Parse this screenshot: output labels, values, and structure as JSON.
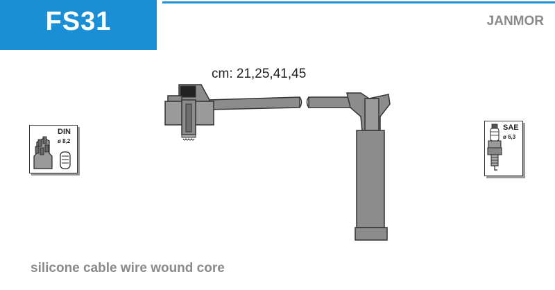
{
  "header": {
    "product_code": "FS31",
    "brand": "JANMOR"
  },
  "diagram": {
    "lengths_label": "cm: 21,25,41,45"
  },
  "icons": {
    "distributor": {
      "label": "DIN",
      "size": "ø 8,2",
      "icon": "distributor-cap-icon"
    },
    "spark_plug": {
      "label": "SAE",
      "size": "ø 6,3",
      "icon": "spark-plug-icon"
    }
  },
  "footer": {
    "description": "silicone cable wire wound core"
  },
  "colors": {
    "brand_blue": "#1b8fd6",
    "cable_gray": "#8c8c8c",
    "text_gray": "#8a8a8a"
  }
}
